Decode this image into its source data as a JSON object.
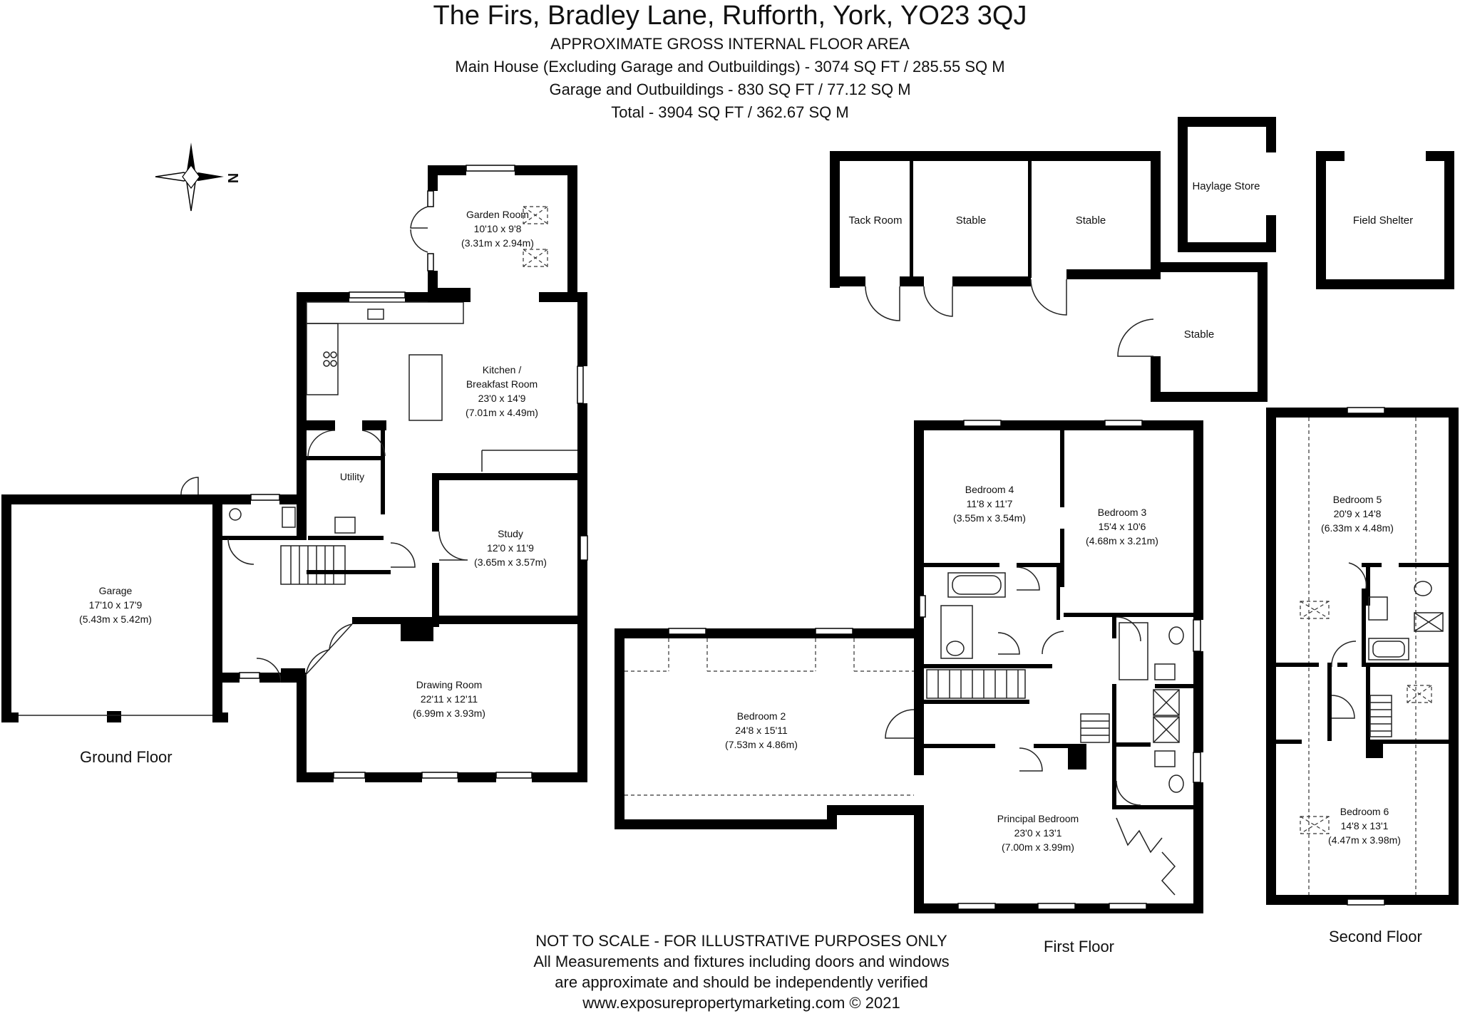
{
  "header": {
    "title": "The Firs, Bradley Lane, Rufforth, York, YO23 3QJ",
    "area_heading": "APPROXIMATE GROSS INTERNAL FLOOR AREA",
    "main_house": "Main House (Excluding Garage and Outbuildings) - 3074 SQ FT / 285.55 SQ M",
    "garage_outbuildings": "Garage and Outbuildings -  830 SQ FT / 77.12 SQ M",
    "total": "Total - 3904 SQ FT / 362.67 SQ M"
  },
  "compass": {
    "label": "N"
  },
  "outbuildings": {
    "tack_room": "Tack Room",
    "stable_1": "Stable",
    "stable_2": "Stable",
    "stable_3": "Stable",
    "haylage_store": "Haylage Store",
    "field_shelter": "Field Shelter"
  },
  "ground_floor": {
    "label": "Ground Floor",
    "garage": {
      "name": "Garage",
      "imperial": "17'10 x 17'9",
      "metric": "(5.43m x 5.42m)"
    },
    "garden_room": {
      "name": "Garden Room",
      "imperial": "10'10 x 9'8",
      "metric": "(3.31m x 2.94m)"
    },
    "kitchen": {
      "name": "Kitchen /",
      "name2": "Breakfast Room",
      "imperial": "23'0 x 14'9",
      "metric": "(7.01m x 4.49m)"
    },
    "utility": {
      "name": "Utility"
    },
    "study": {
      "name": "Study",
      "imperial": "12'0 x 11'9",
      "metric": "(3.65m x 3.57m)"
    },
    "drawing_room": {
      "name": "Drawing Room",
      "imperial": "22'11 x 12'11",
      "metric": "(6.99m x 3.93m)"
    }
  },
  "first_floor": {
    "label": "First Floor",
    "bedroom4": {
      "name": "Bedroom 4",
      "imperial": "11'8 x 11'7",
      "metric": "(3.55m x 3.54m)"
    },
    "bedroom3": {
      "name": "Bedroom 3",
      "imperial": "15'4 x 10'6",
      "metric": "(4.68m x 3.21m)"
    },
    "bedroom2": {
      "name": "Bedroom 2",
      "imperial": "24'8 x 15'11",
      "metric": "(7.53m x 4.86m)"
    },
    "principal": {
      "name": "Principal Bedroom",
      "imperial": "23'0 x 13'1",
      "metric": "(7.00m x 3.99m)"
    }
  },
  "second_floor": {
    "label": "Second Floor",
    "bedroom5": {
      "name": "Bedroom 5",
      "imperial": "20'9 x 14'8",
      "metric": "(6.33m x 4.48m)"
    },
    "bedroom6": {
      "name": "Bedroom 6",
      "imperial": "14'8 x 13'1",
      "metric": "(4.47m x 3.98m)"
    }
  },
  "footer": {
    "line1": "NOT TO SCALE - FOR ILLUSTRATIVE PURPOSES ONLY",
    "line2": "All Measurements and fixtures including doors and windows",
    "line3": "are approximate and should be independently verified",
    "line4": "www.exposurepropertymarketing.com © 2021"
  },
  "colors": {
    "wall": "#000000",
    "background": "#ffffff",
    "fixture": "#333333"
  }
}
